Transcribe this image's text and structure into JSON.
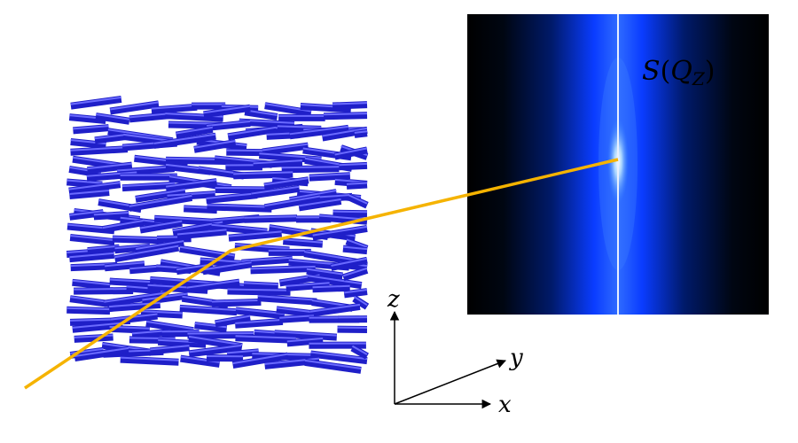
{
  "detector": {
    "label_main": "S",
    "label_open": "(",
    "label_sub_var": "Q",
    "label_sub_index": "Z",
    "label_close": ")"
  },
  "axes": {
    "z_label": "z",
    "y_label": "y",
    "x_label": "x"
  },
  "colors": {
    "rods": "#1f1fc8",
    "rod_highlight": "#6a6aff",
    "beam": "#f5b300",
    "detector_core": "#ffffff",
    "detector_glow": "#0a3cff",
    "axes": "#000000"
  }
}
